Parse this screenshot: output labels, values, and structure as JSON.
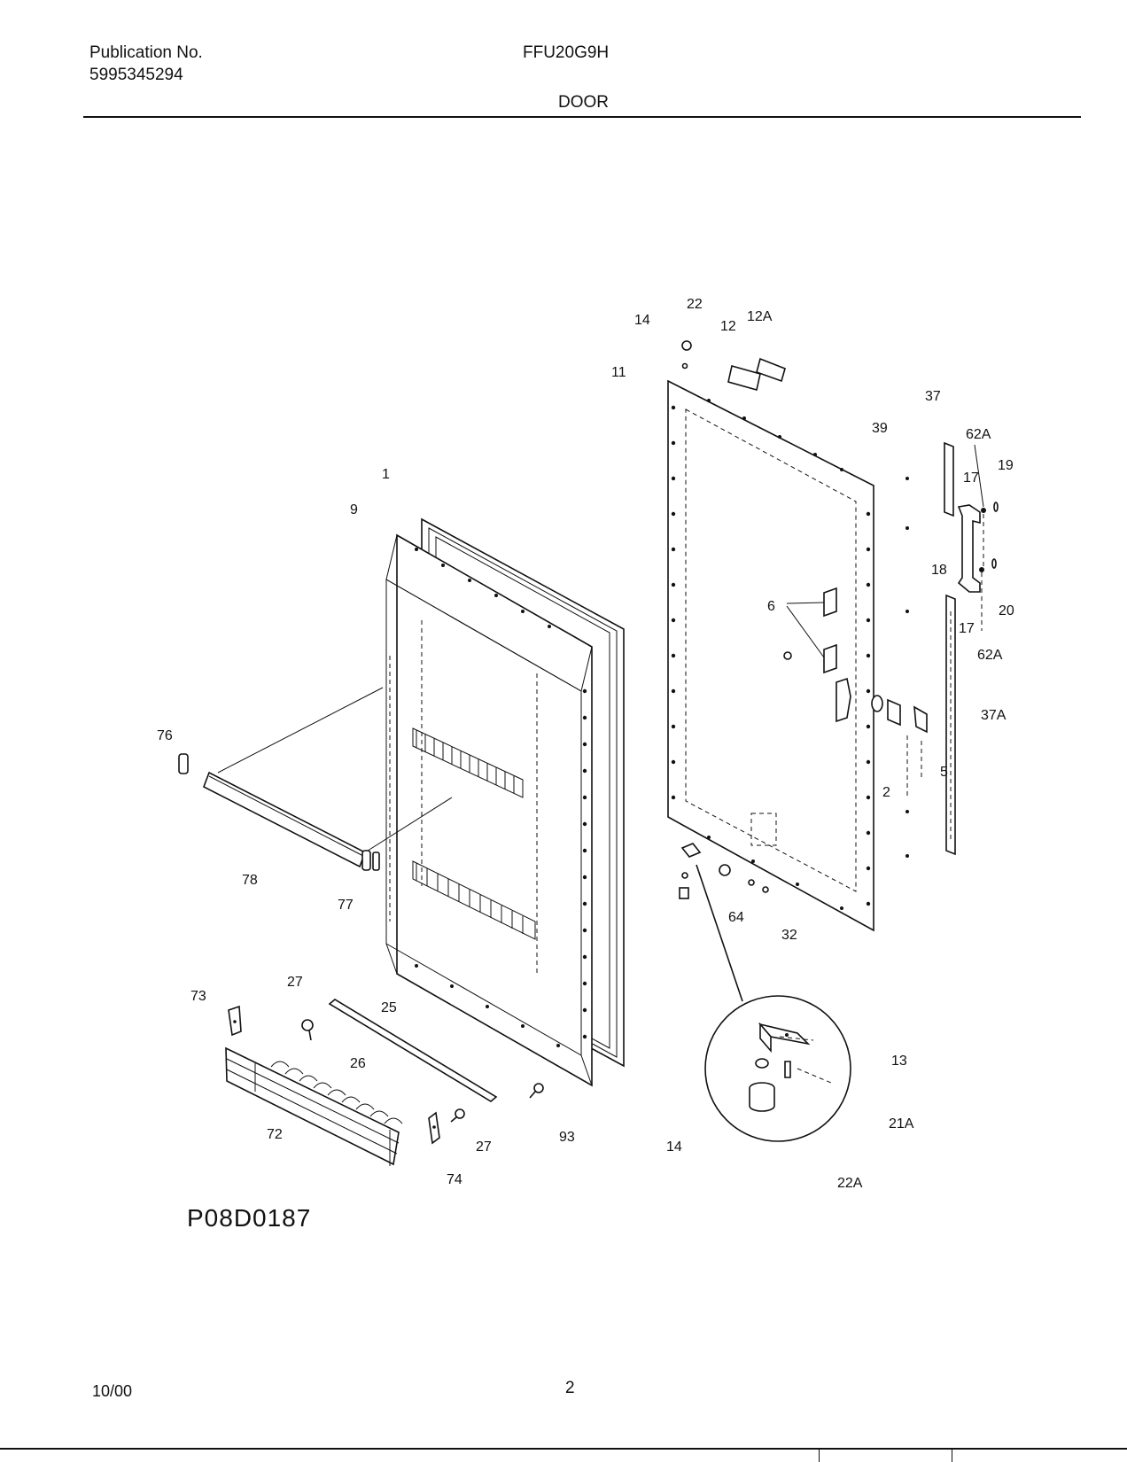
{
  "header": {
    "publication_label": "Publication No.",
    "publication_number": "5995345294",
    "model": "FFU20G9H",
    "section_title": "DOOR"
  },
  "footer": {
    "date": "10/00",
    "page_number": "2"
  },
  "drawing_id": "P08D0187",
  "callouts": {
    "c1": "1",
    "c9": "9",
    "c76": "76",
    "c78": "78",
    "c77": "77",
    "c73": "73",
    "c27a": "27",
    "c25": "25",
    "c26": "26",
    "c72": "72",
    "c27b": "27",
    "c74": "74",
    "c93": "93",
    "c14a": "14",
    "c22": "22",
    "c12": "12",
    "c12A": "12A",
    "c11": "11",
    "c39": "39",
    "c37": "37",
    "c62Aa": "62A",
    "c19": "19",
    "c17a": "17",
    "c18": "18",
    "c17b": "17",
    "c20": "20",
    "c62Ab": "62A",
    "c6": "6",
    "c37A": "37A",
    "c5": "5",
    "c2": "2",
    "c64": "64",
    "c32": "32",
    "c13": "13",
    "c21A": "21A",
    "c14b": "14",
    "c22A": "22A"
  }
}
